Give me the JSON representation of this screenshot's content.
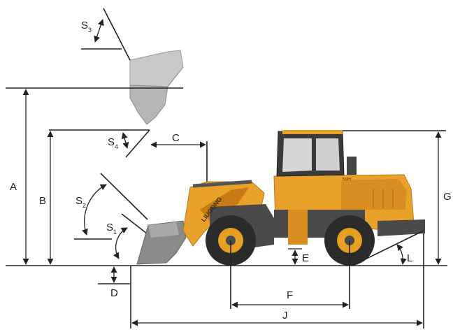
{
  "labels": {
    "A": "A",
    "B": "B",
    "C": "C",
    "D": "D",
    "E": "E",
    "F": "F",
    "G": "G",
    "J": "J",
    "L": "L",
    "S1": "S",
    "S1_sub": "1",
    "S2": "S",
    "S2_sub": "2",
    "S3": "S",
    "S3_sub": "3",
    "S4": "S",
    "S4_sub": "4"
  },
  "machine": {
    "brand": "LIUGONG",
    "model": "816H"
  },
  "colors": {
    "body": "#e9a229",
    "body_dark": "#c77a16",
    "chassis": "#4a4a4a",
    "tire": "#2b2b2b",
    "rim": "#e6a020",
    "bucket": "#8e8e8e",
    "bucket_raised": "#bdbdbd",
    "ground": "#222222"
  }
}
